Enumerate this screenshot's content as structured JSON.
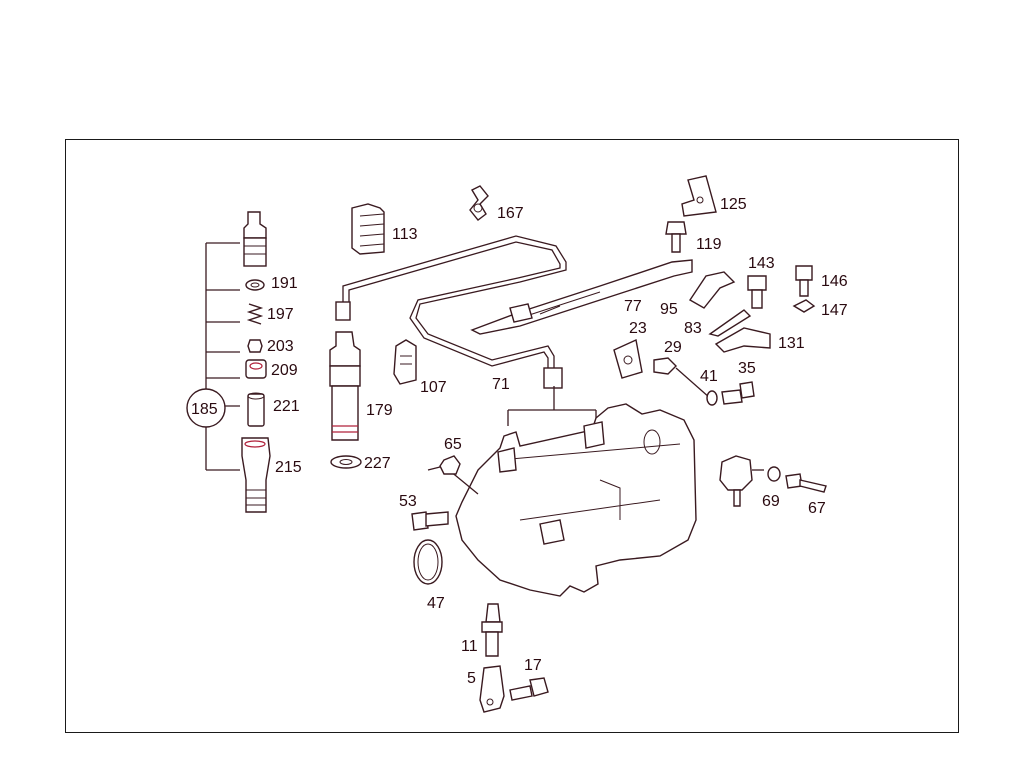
{
  "callouts": {
    "c185": "185",
    "c191": "191",
    "c197": "197",
    "c203": "203",
    "c209": "209",
    "c221": "221",
    "c215": "215",
    "c113": "113",
    "c167": "167",
    "c179": "179",
    "c227": "227",
    "c107": "107",
    "c71": "71",
    "c125": "125",
    "c119": "119",
    "c77": "77",
    "c95": "95",
    "c143": "143",
    "c146": "146",
    "c147": "147",
    "c83": "83",
    "c131": "131",
    "c23": "23",
    "c29": "29",
    "c41": "41",
    "c35": "35",
    "c65": "65",
    "c53": "53",
    "c47": "47",
    "c69": "69",
    "c67": "67",
    "c11": "11",
    "c5": "5",
    "c17": "17"
  },
  "colors": {
    "line": "#3a1a20",
    "accent": "#b0203a",
    "frame": "#1a1a1a"
  }
}
